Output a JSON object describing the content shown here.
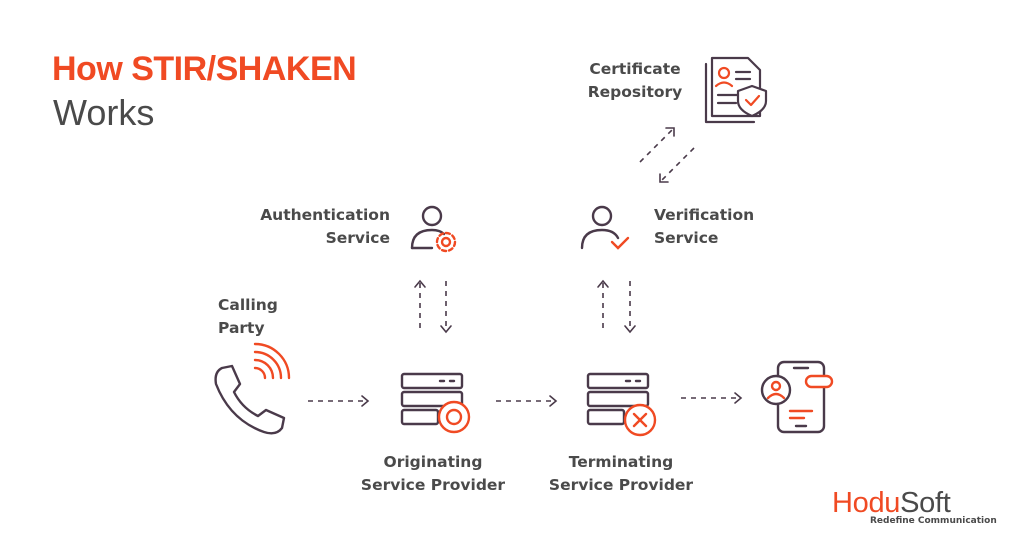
{
  "title": {
    "line1": "How STIR/SHAKEN",
    "line2": "Works"
  },
  "nodes": {
    "certificate_repository": {
      "line1": "Certificate",
      "line2": "Repository",
      "icon": "certificate-document-icon"
    },
    "authentication_service": {
      "line1": "Authentication",
      "line2": "Service",
      "icon": "user-gear-icon"
    },
    "verification_service": {
      "line1": "Verification",
      "line2": "Service",
      "icon": "user-check-icon"
    },
    "calling_party": {
      "line1": "Calling",
      "line2": "Party",
      "icon": "phone-ringing-icon"
    },
    "originating_provider": {
      "line1": "Originating",
      "line2": "Service Provider",
      "icon": "server-stack-icon"
    },
    "terminating_provider": {
      "line1": "Terminating",
      "line2": "Service Provider",
      "icon": "server-x-icon"
    },
    "receiver": {
      "icon": "mobile-caller-id-icon"
    }
  },
  "brand": {
    "name_part1": "Hodu",
    "name_part2": "Soft",
    "tagline": "Redefine Communication"
  },
  "colors": {
    "accent": "#f04a23",
    "dark": "#4a3a4a",
    "text": "#4a4a4a"
  }
}
